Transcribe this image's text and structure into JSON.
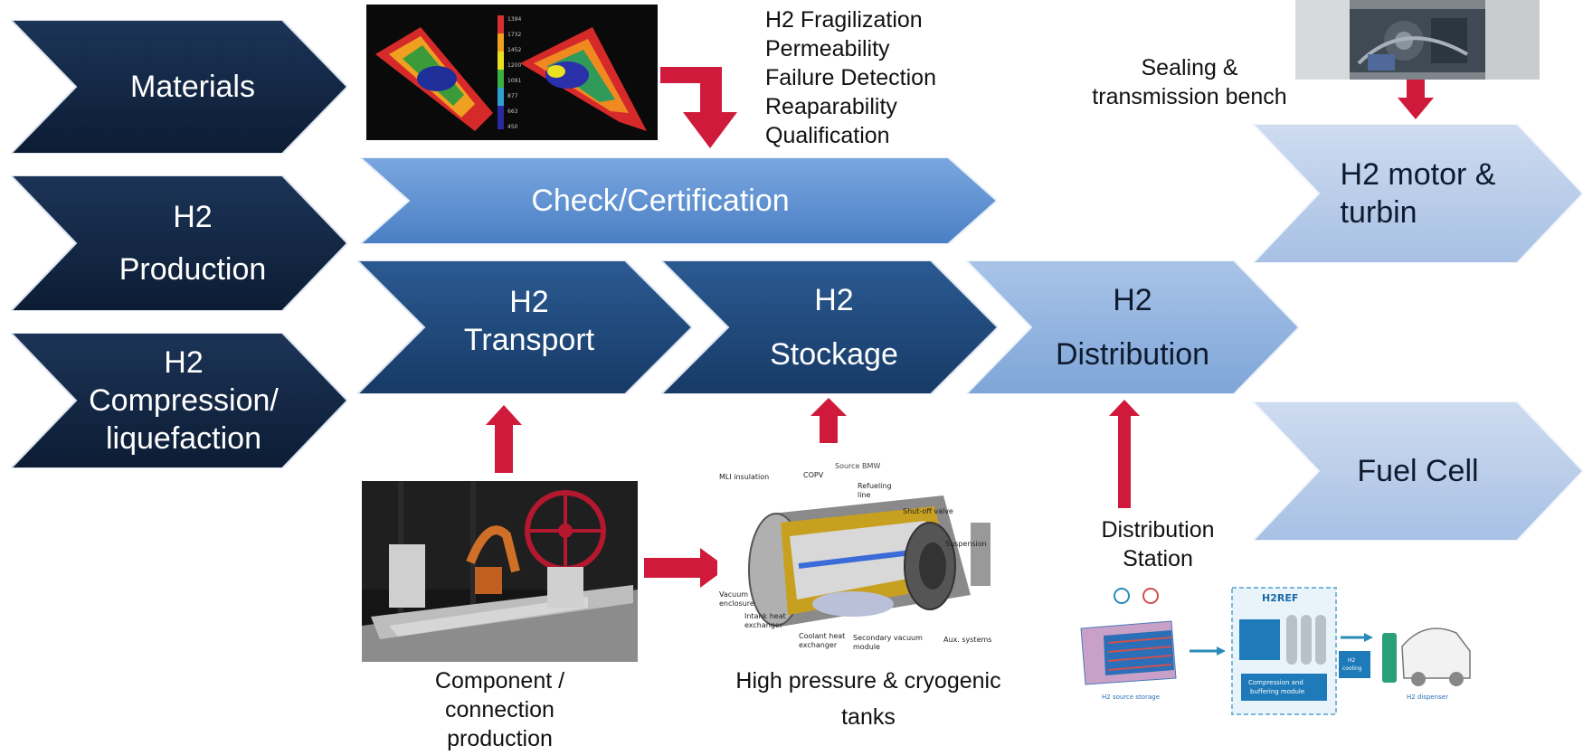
{
  "chevrons": {
    "materials": [
      "Materials"
    ],
    "h2_production": [
      "H2",
      "Production"
    ],
    "h2_compression": [
      "H2",
      "Compression/",
      "liquefaction"
    ],
    "check_certification": [
      "Check/Certification"
    ],
    "h2_transport": [
      "H2",
      "Transport"
    ],
    "h2_stockage": [
      "H2",
      "Stockage"
    ],
    "h2_distribution": [
      "H2",
      "Distribution"
    ],
    "h2_motor": [
      "H2 motor &",
      "turbin"
    ],
    "fuel_cell": [
      "Fuel Cell"
    ]
  },
  "notes": {
    "materials_properties": [
      "H2 Fragilization",
      "Permeability",
      "Failure Detection",
      "Reaparability",
      "Qualification"
    ],
    "sealing_bench": [
      "Sealing &",
      "transmission bench"
    ],
    "distribution_station": [
      "Distribution",
      "Station"
    ],
    "component_production": [
      "Component /",
      "connection",
      "production"
    ],
    "tanks": [
      "High pressure & cryogenic",
      "tanks"
    ]
  },
  "figure_texts": {
    "heatmap_scale": [
      "1394",
      "1732",
      "1452",
      "1200",
      "1091",
      "877",
      "663",
      "450"
    ],
    "tank_source": "Source BMW",
    "tank_callouts": [
      "MLI insulation",
      "COPV",
      "Refueling",
      "line",
      "Shut-off valve",
      "Suspension",
      "Vacuum",
      "enclosure",
      "Intank heat",
      "exchanger",
      "Coolant heat",
      "exchanger",
      "Secondary vacuum",
      "module",
      "Aux. systems"
    ],
    "station_labels": [
      "H2REF",
      "H2 source storage",
      "Compression and",
      "buffering module",
      "H2 dispenser",
      "H2",
      "cooling"
    ]
  },
  "colors": {
    "navy": "#10233f",
    "mid_blue": "#1f4778",
    "light_blue": "#5b8fd0",
    "pale_blue": "#b7cbe8",
    "red_arrow": "#d01a3c"
  }
}
